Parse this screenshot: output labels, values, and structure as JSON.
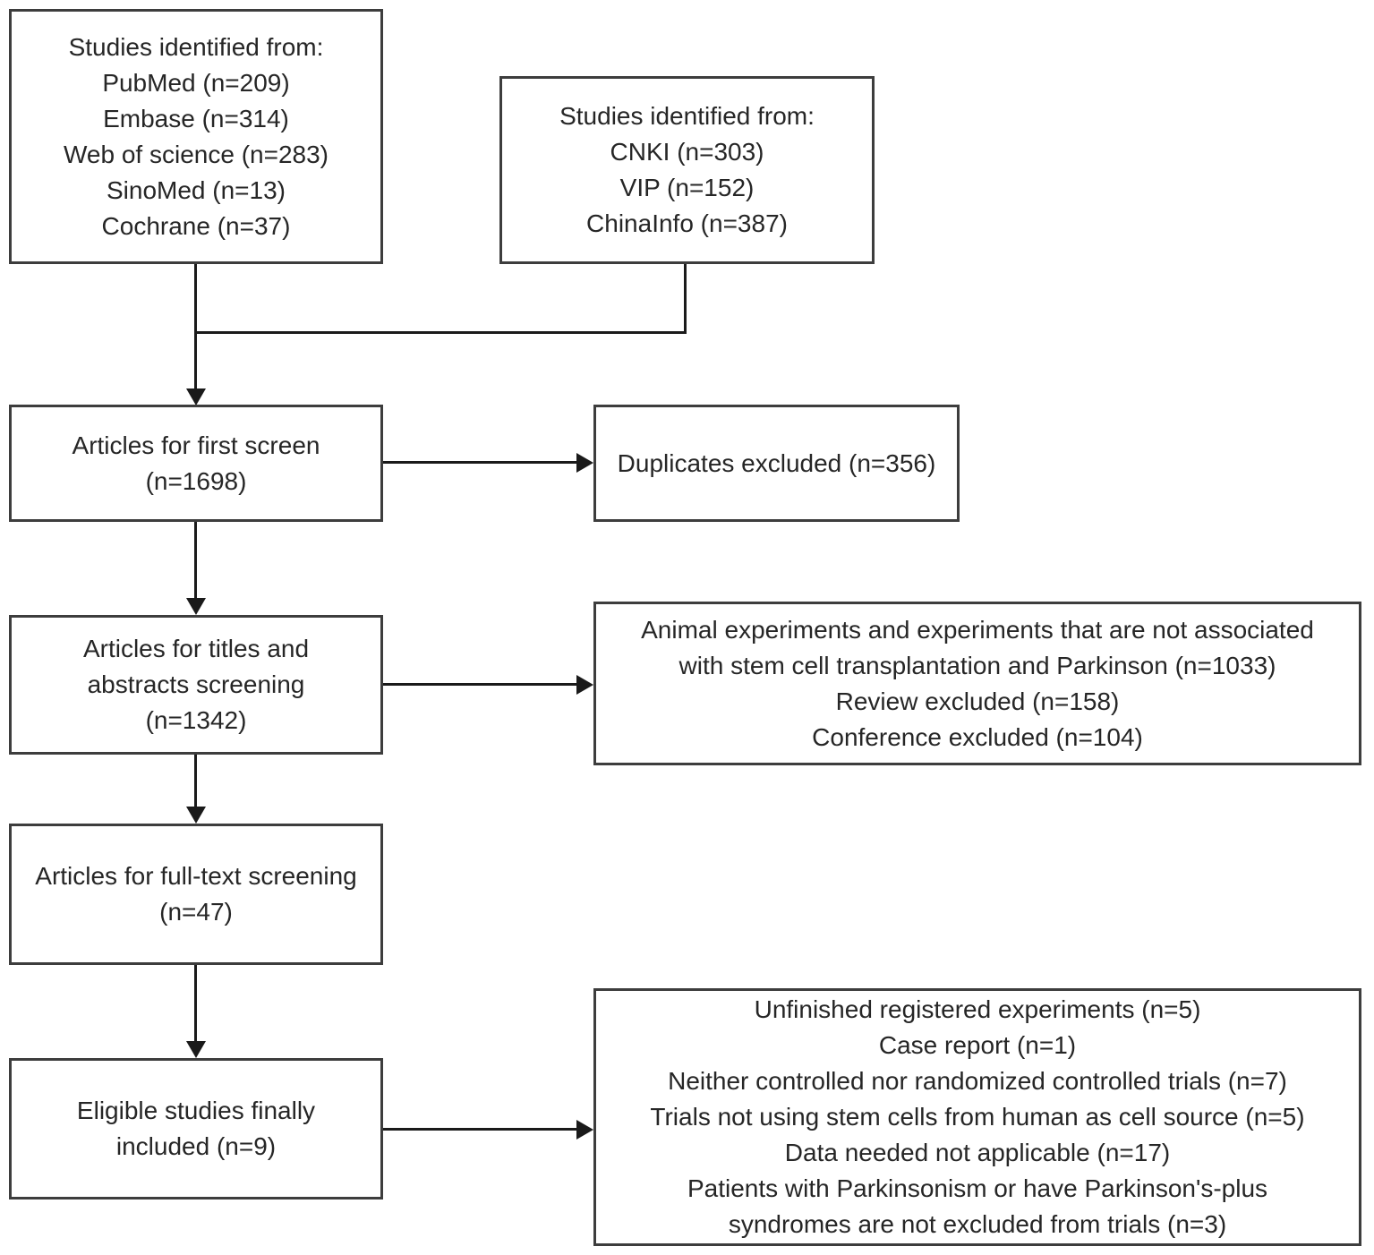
{
  "diagram": {
    "colors": {
      "background": "#ffffff",
      "box_border": "#3d3d3d",
      "connector_line": "#1a1a1a",
      "text": "#262626"
    },
    "boxes": {
      "sources_left": {
        "lines": [
          "Studies identified from:",
          "PubMed (n=209)",
          "Embase (n=314)",
          "Web of science (n=283)",
          "SinoMed (n=13)",
          "Cochrane (n=37)"
        ]
      },
      "sources_right": {
        "lines": [
          "Studies identified from:",
          "CNKI (n=303)",
          "VIP (n=152)",
          "ChinaInfo (n=387)"
        ]
      },
      "first_screen": {
        "lines": [
          "Articles for first screen",
          "(n=1698)"
        ]
      },
      "duplicates_excluded": {
        "lines": [
          "Duplicates excluded (n=356)"
        ]
      },
      "titles_abstracts_screening": {
        "lines": [
          "Articles for titles and",
          "abstracts screening",
          "(n=1342)"
        ]
      },
      "screening_exclusions": {
        "lines": [
          "Animal experiments and experiments that are not associated",
          "with stem cell transplantation and Parkinson (n=1033)",
          "Review excluded (n=158)",
          "Conference excluded (n=104)"
        ]
      },
      "full_text_screening": {
        "lines": [
          "Articles for full-text screening",
          "(n=47)"
        ]
      },
      "eligible_included": {
        "lines": [
          "Eligible studies finally",
          "included (n=9)"
        ]
      },
      "full_text_exclusions": {
        "lines": [
          "Unfinished registered experiments (n=5)",
          "Case report (n=1)",
          "Neither controlled nor randomized controlled trials (n=7)",
          "Trials not using stem cells from human as cell source (n=5)",
          "Data needed not applicable (n=17)",
          "Patients with Parkinsonism or have Parkinson's-plus",
          "syndromes are not excluded from trials (n=3)"
        ]
      }
    }
  }
}
